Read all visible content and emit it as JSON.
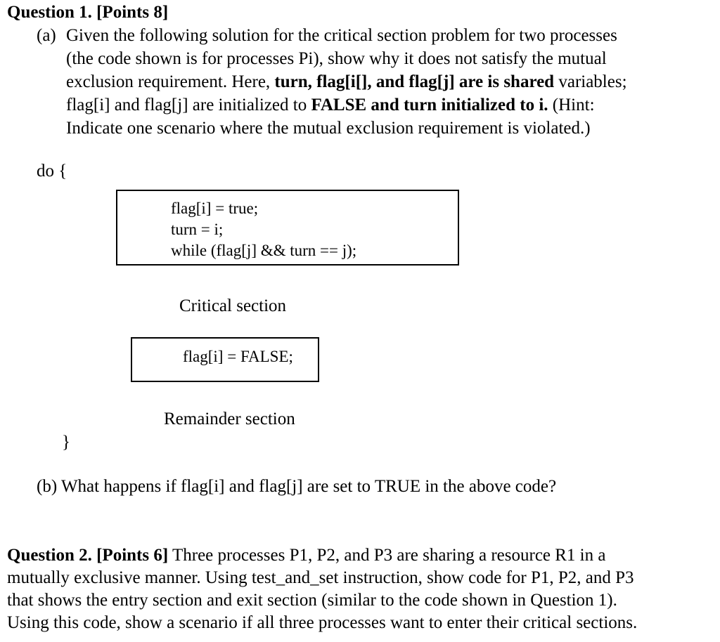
{
  "question1": {
    "heading": "Question 1. [Points 8]",
    "part_a": {
      "label": "(a)",
      "line1": "Given the following solution for the critical section problem for two processes",
      "line2": "(the code shown is for processes Pi), show why it does not satisfy the mutual",
      "line3_start": "exclusion requirement. Here, ",
      "line3_bold": "turn, flag[i[], and flag[j] are is shared",
      "line3_end": " variables;",
      "line4_start": "flag[i] and flag[j]  are initialized to ",
      "line4_bold": "FALSE and turn initialized to i.",
      "line4_end": " (Hint:",
      "line5": "Indicate one scenario where the mutual exclusion requirement is violated.)"
    },
    "code": {
      "do_open": "do {",
      "entry_line1": "flag[i] = true;",
      "entry_line2": "turn = i;",
      "entry_line3": "while (flag[j] && turn == j);",
      "critical_section": "Critical section",
      "exit_line": "flag[i] = FALSE;",
      "remainder_section": "Remainder section",
      "close_brace": "}"
    },
    "part_b": "(b) What happens if flag[i] and flag[j] are set to TRUE in the above code?"
  },
  "question2": {
    "heading": "Question 2. [Points 6]",
    "line1_rest": " Three processes P1, P2, and P3 are sharing a resource R1 in a",
    "line2": "mutually exclusive manner. Using test_and_set instruction, show code for P1, P2, and P3",
    "line3": "that shows the entry section and exit section (similar to the code shown in Question 1).",
    "line4": "Using this code, show a scenario if all three processes want to enter their critical sections."
  }
}
